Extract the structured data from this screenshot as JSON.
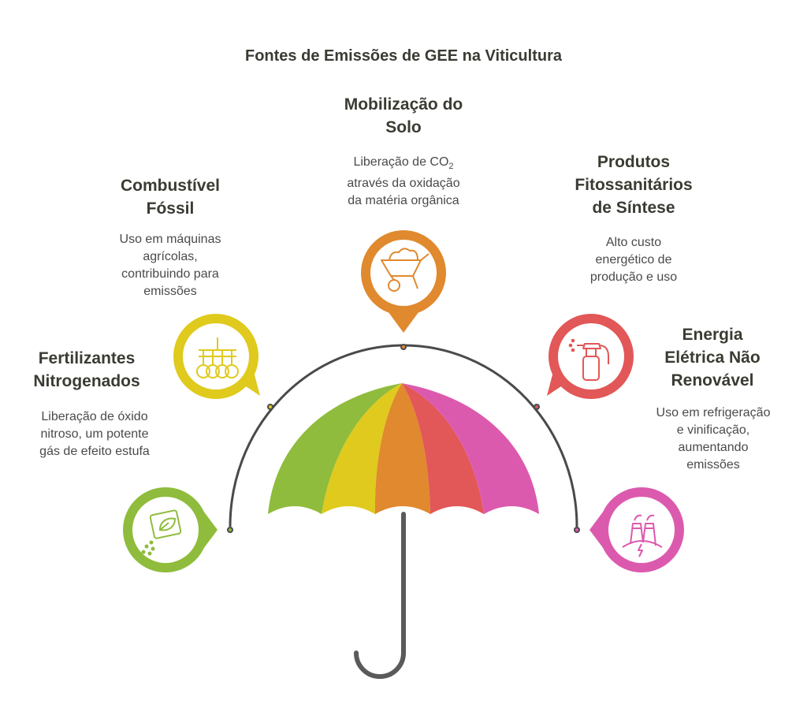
{
  "title": "Fontes de Emissões de GEE na Viticultura",
  "colors": {
    "green": "#8fbc3c",
    "yellow": "#dfca1d",
    "orange": "#e0892e",
    "red": "#e25757",
    "pink": "#dc5aae",
    "stroke": "#4a4a4a"
  },
  "items": {
    "fertilizantes": {
      "title_lines": [
        "Fertilizantes",
        "Nitrogenados"
      ],
      "desc_lines": [
        "Liberação de óxido",
        "nitroso, um potente",
        "gás de efeito estufa"
      ],
      "icon": "seed-bag-icon"
    },
    "combustivel": {
      "title_lines": [
        "Combustível",
        "Fóssil"
      ],
      "desc_lines": [
        "Uso em máquinas",
        "agrícolas,",
        "contribuindo para",
        "emissões"
      ],
      "icon": "tractor-harrow-icon"
    },
    "mobilizacao": {
      "title_lines": [
        "Mobilização do",
        "Solo"
      ],
      "desc_line1_pre": "Liberação de CO",
      "desc_line1_sub": "2",
      "desc_lines_rest": [
        "através da oxidação",
        "da matéria orgânica"
      ],
      "icon": "wheelbarrow-icon"
    },
    "produtos": {
      "title_lines": [
        "Produtos",
        "Fitossanitários",
        "de Síntese"
      ],
      "desc_lines": [
        "Alto custo",
        "energético de",
        "produção e uso"
      ],
      "icon": "spray-bottle-icon"
    },
    "energia": {
      "title_lines": [
        "Energia",
        "Elétrica Não",
        "Renovável"
      ],
      "desc_lines": [
        "Uso em refrigeração",
        "e vinificação,",
        "aumentando",
        "emissões"
      ],
      "icon": "power-plant-icon"
    }
  }
}
